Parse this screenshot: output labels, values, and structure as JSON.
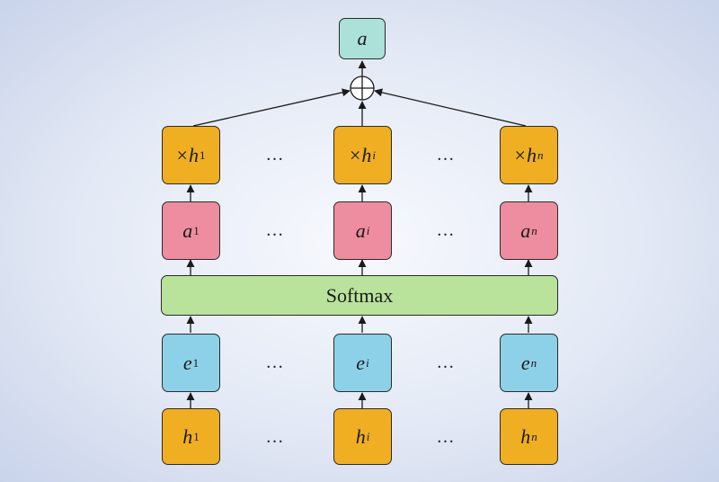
{
  "output": {
    "symbol": "a"
  },
  "weighted": [
    {
      "op": "×",
      "var": "h",
      "sub": "1"
    },
    {
      "op": "×",
      "var": "h",
      "sub": "i"
    },
    {
      "op": "×",
      "var": "h",
      "sub": "n"
    }
  ],
  "attention": [
    {
      "var": "a",
      "sub": "1"
    },
    {
      "var": "a",
      "sub": "i"
    },
    {
      "var": "a",
      "sub": "n"
    }
  ],
  "softmax": {
    "label": "Softmax"
  },
  "scores": [
    {
      "var": "e",
      "sub": "1"
    },
    {
      "var": "e",
      "sub": "i"
    },
    {
      "var": "e",
      "sub": "n"
    }
  ],
  "hidden": [
    {
      "var": "h",
      "sub": "1"
    },
    {
      "var": "h",
      "sub": "i"
    },
    {
      "var": "h",
      "sub": "n"
    }
  ],
  "ellipsis": "…",
  "colors": {
    "hidden": "#f0ae22",
    "scores": "#8dd1e8",
    "softmax": "#b9e29b",
    "attention": "#ee8d9f",
    "weighted": "#f0ae22",
    "output": "#abe1d8"
  }
}
